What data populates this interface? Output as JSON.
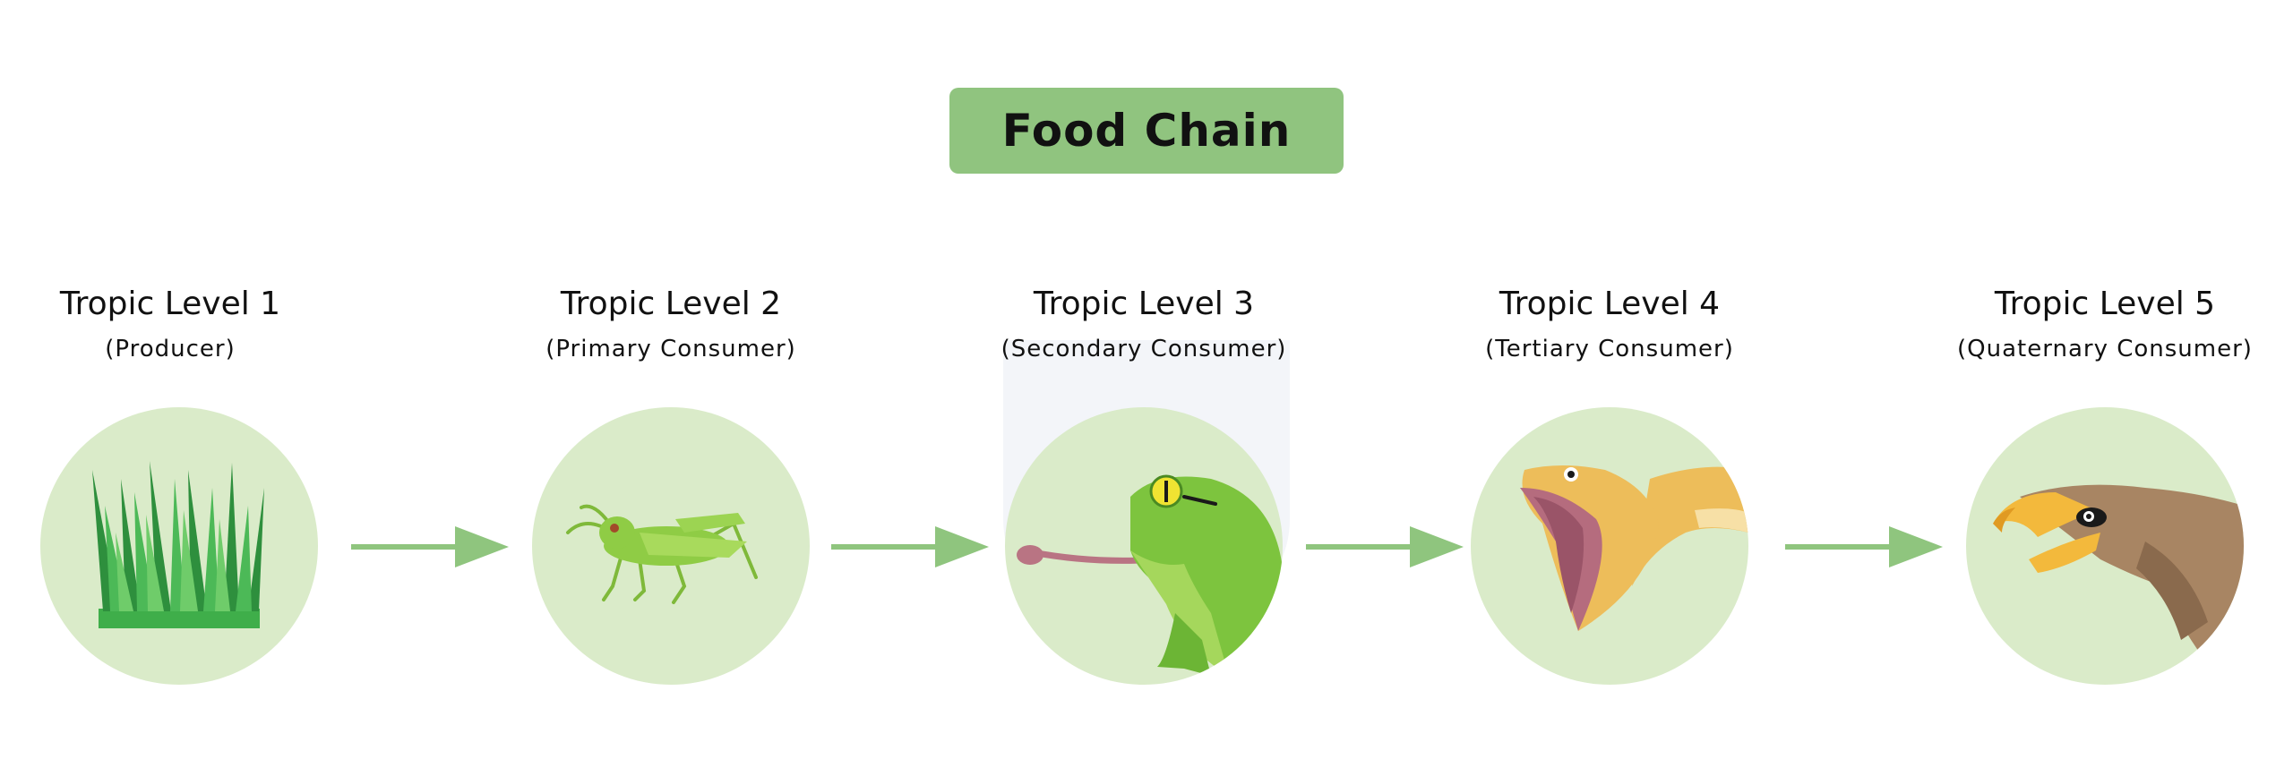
{
  "title": "Food Chain",
  "colors": {
    "title_bg": "#90c47f",
    "circle_bg": "#daebc9",
    "arrow": "#8fc57e"
  },
  "levels": [
    {
      "title": "Tropic Level 1",
      "subtitle": "(Producer)",
      "icon": "grass-icon"
    },
    {
      "title": "Tropic Level 2",
      "subtitle": "(Primary Consumer)",
      "icon": "grasshopper-icon"
    },
    {
      "title": "Tropic Level 3",
      "subtitle": "(Secondary Consumer)",
      "icon": "frog-icon"
    },
    {
      "title": "Tropic Level 4",
      "subtitle": "(Tertiary Consumer)",
      "icon": "snake-icon"
    },
    {
      "title": "Tropic Level 5",
      "subtitle": "(Quaternary Consumer)",
      "icon": "eagle-icon"
    }
  ]
}
